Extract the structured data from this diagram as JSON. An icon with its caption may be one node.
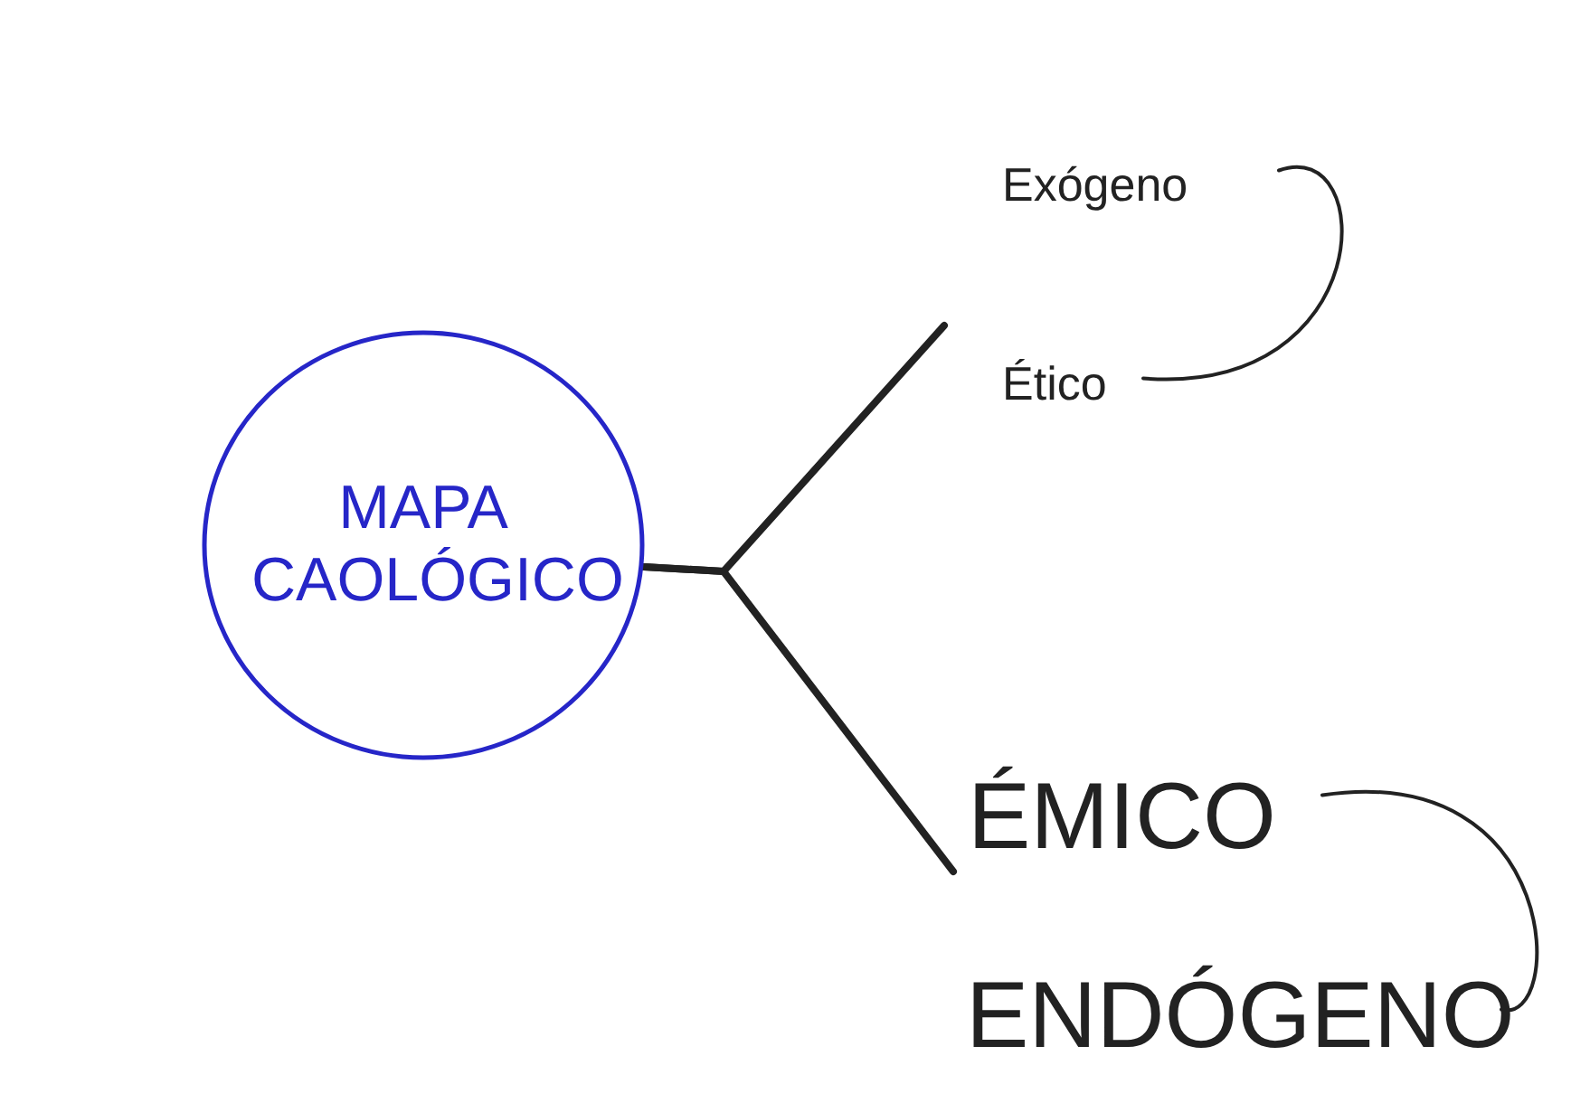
{
  "diagram": {
    "nodes": [
      {
        "text": [
          "MAPA CAOLÓGICO"
        ]
      },
      {
        "text": [
          "Exógeno"
        ]
      },
      {
        "text": [
          "Ético"
        ]
      },
      {
        "text": [
          "ÉMICO"
        ]
      },
      {
        "text": [
          "ENDÓGENO"
        ]
      }
    ],
    "edges": [
      {
        "from": 0,
        "to": 2,
        "arrow": "none",
        "style": "thick"
      },
      {
        "from": 0,
        "to": 3,
        "arrow": "none",
        "style": "thick"
      },
      {
        "from": 1,
        "to": 2,
        "arrow": "none"
      },
      {
        "from": 3,
        "to": 4,
        "arrow": "none"
      }
    ]
  }
}
